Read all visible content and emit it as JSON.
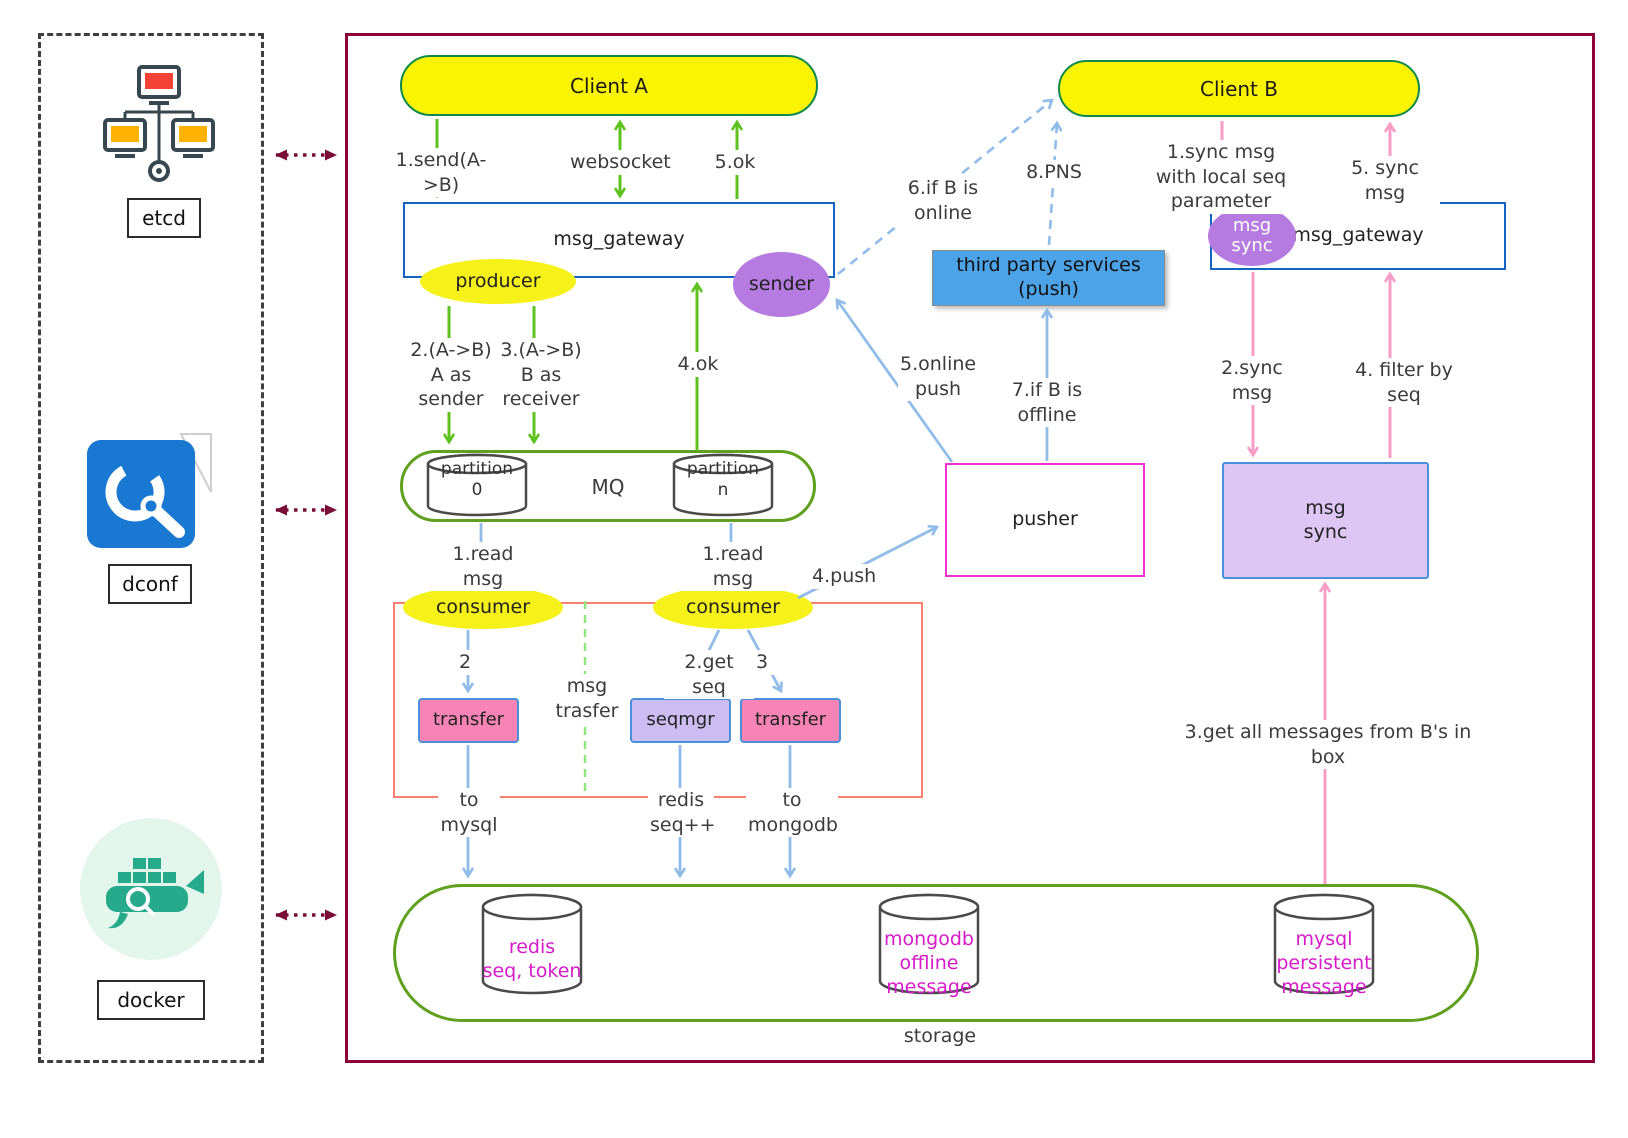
{
  "colors": {
    "outer_border": "#8E0038",
    "client_fill": "#FAF402",
    "client_border": "#0F8A4C",
    "gateway_border": "#1565C0",
    "mq_storage_border": "#5FA01E",
    "pusher_border": "#F22FD0",
    "third_party_fill": "#4DA3E8",
    "purple_fill": "#B57BE0",
    "yellow_ellipse": "#F7F11A",
    "transfer_fill": "#F784B5",
    "seqmgr_fill": "#CBBCF2",
    "msg_sync_fill": "#DDC6F3",
    "green_arrow": "#5DC21E",
    "blue_arrow": "#90BCEA",
    "pink_arrow": "#F89EC6",
    "maroon_arrow": "#7A0D36",
    "db_text": "#D619C9",
    "transfer_group_border": "#FA7F6E"
  },
  "sidebar": {
    "etcd": "etcd",
    "dconf": "dconf",
    "docker": "docker"
  },
  "nodes": {
    "client_a": "Client A",
    "client_b": "Client B",
    "gateway_a": "msg_gateway",
    "gateway_b": "msg_gateway",
    "producer": "producer",
    "sender": "sender",
    "msg_sync_ellipse": "msg\nsync",
    "mq": "MQ",
    "partition0": "partition\n0",
    "partitionN": "partition\nn",
    "consumer1": "consumer",
    "consumer2": "consumer",
    "transfer1": "transfer",
    "seqmgr": "seqmgr",
    "transfer2": "transfer",
    "pusher": "pusher",
    "third_party": "third party services\n(push)",
    "msg_sync_box": "msg\nsync",
    "storage": "storage",
    "redis": "redis\nseq, token",
    "mongodb": "mongodb\noffline\nmessage",
    "mysql": "mysql\npersistent\nmessage"
  },
  "edges": {
    "send_ab": "1.send(A->B)",
    "websocket": "websocket",
    "ok5": "5.ok",
    "a_as_sender": "2.(A->B)\nA as\nsender",
    "b_as_receiver": "3.(A->B)\nB as\nreceiver",
    "ok4": "4.ok",
    "read_msg_1": "1.read msg",
    "read_msg_2": "1.read msg",
    "step2": "2",
    "get_seq": "2.get seq",
    "step3": "3",
    "push4": "4.push",
    "msg_transfer": "msg\ntrasfer",
    "to_mysql": "to\nmysql",
    "redis_seq": "redis\nseq++",
    "to_mongodb": "to\nmongodb",
    "online_push": "5.online\npush",
    "if_offline": "7.if B is offline",
    "if_online": "6.if B is online",
    "pns": "8.PNS",
    "sync1": "1.sync msg\nwith local seq parameter",
    "sync5": "5. sync msg",
    "sync2": "2.sync msg",
    "filter4": "4. filter by seq",
    "get_all": "3.get all messages from B's in box"
  }
}
